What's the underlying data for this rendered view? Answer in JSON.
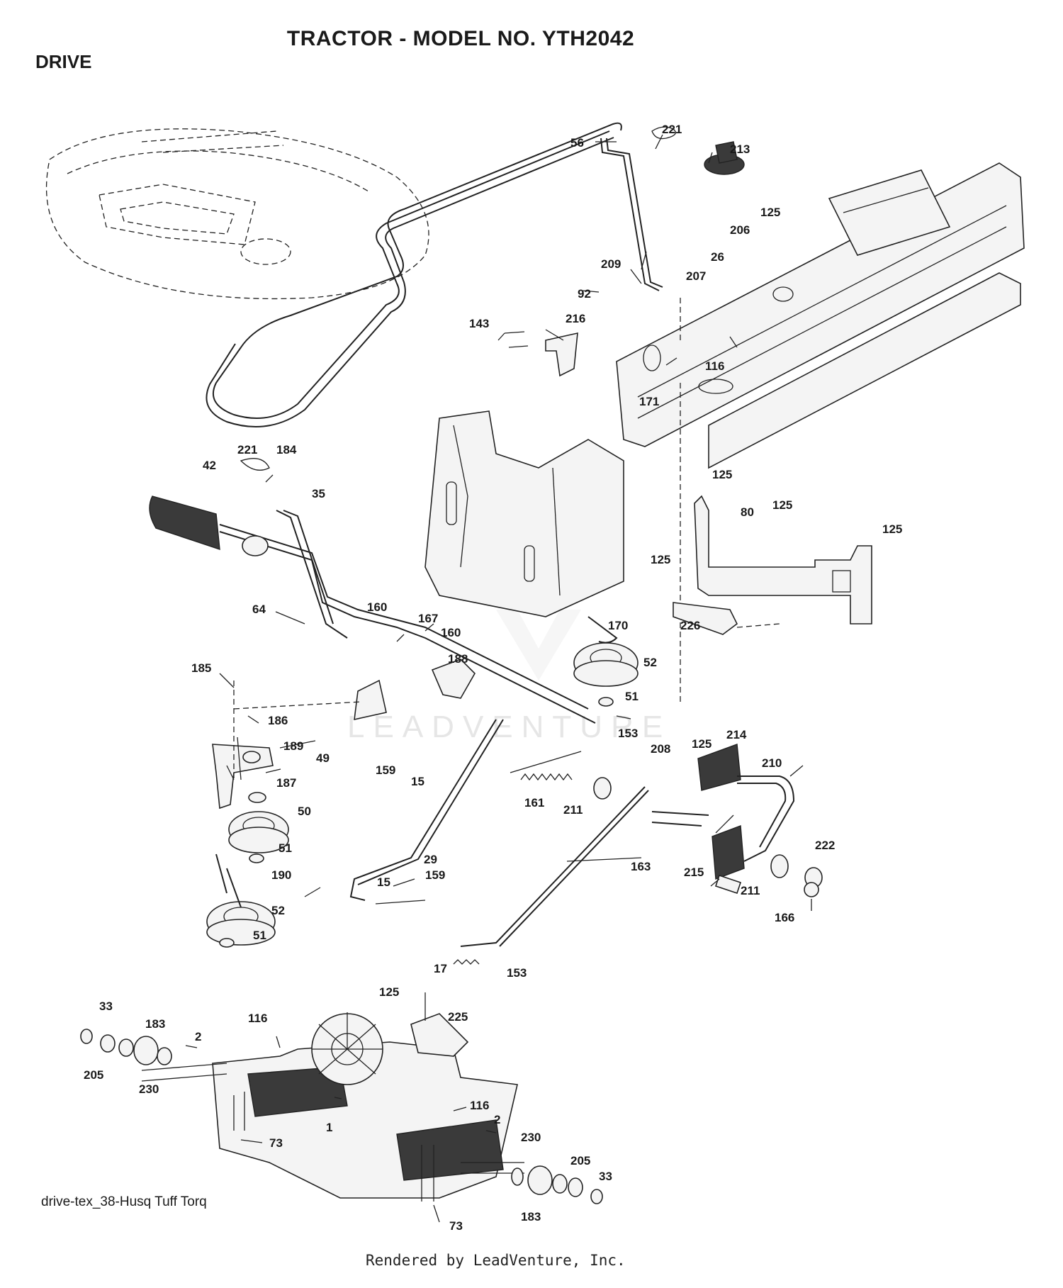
{
  "header": {
    "title": "TRACTOR - MODEL NO. YTH2042",
    "section": "DRIVE"
  },
  "footer": {
    "caption": "drive-tex_38-Husq Tuff Torq",
    "rendered_by": "Rendered by LeadVenture, Inc."
  },
  "watermark": "LEADVENTURE",
  "callouts": [
    {
      "id": "c56",
      "text": "56"
    },
    {
      "id": "c221a",
      "text": "221"
    },
    {
      "id": "c213",
      "text": "213"
    },
    {
      "id": "c125a",
      "text": "125"
    },
    {
      "id": "c206",
      "text": "206"
    },
    {
      "id": "c26",
      "text": "26"
    },
    {
      "id": "c209",
      "text": "209"
    },
    {
      "id": "c207",
      "text": "207"
    },
    {
      "id": "c92",
      "text": "92"
    },
    {
      "id": "c143",
      "text": "143"
    },
    {
      "id": "c216",
      "text": "216"
    },
    {
      "id": "c116a",
      "text": "116"
    },
    {
      "id": "c171",
      "text": "171"
    },
    {
      "id": "c221b",
      "text": "221"
    },
    {
      "id": "c184",
      "text": "184"
    },
    {
      "id": "c42",
      "text": "42"
    },
    {
      "id": "c35",
      "text": "35"
    },
    {
      "id": "c125b",
      "text": "125"
    },
    {
      "id": "c125c",
      "text": "125"
    },
    {
      "id": "c80",
      "text": "80"
    },
    {
      "id": "c125d",
      "text": "125"
    },
    {
      "id": "c125e",
      "text": "125"
    },
    {
      "id": "c64",
      "text": "64"
    },
    {
      "id": "c160a",
      "text": "160"
    },
    {
      "id": "c167",
      "text": "167"
    },
    {
      "id": "c160b",
      "text": "160"
    },
    {
      "id": "c188",
      "text": "188"
    },
    {
      "id": "c170",
      "text": "170"
    },
    {
      "id": "c226",
      "text": "226"
    },
    {
      "id": "c52a",
      "text": "52"
    },
    {
      "id": "c51a",
      "text": "51"
    },
    {
      "id": "c185",
      "text": "185"
    },
    {
      "id": "c186",
      "text": "186"
    },
    {
      "id": "c189",
      "text": "189"
    },
    {
      "id": "c49",
      "text": "49"
    },
    {
      "id": "c159a",
      "text": "159"
    },
    {
      "id": "c15a",
      "text": "15"
    },
    {
      "id": "c153a",
      "text": "153"
    },
    {
      "id": "c208",
      "text": "208"
    },
    {
      "id": "c125f",
      "text": "125"
    },
    {
      "id": "c214",
      "text": "214"
    },
    {
      "id": "c210",
      "text": "210"
    },
    {
      "id": "c187",
      "text": "187"
    },
    {
      "id": "c50",
      "text": "50"
    },
    {
      "id": "c161",
      "text": "161"
    },
    {
      "id": "c211a",
      "text": "211"
    },
    {
      "id": "c51b",
      "text": "51"
    },
    {
      "id": "c29",
      "text": "29"
    },
    {
      "id": "c163",
      "text": "163"
    },
    {
      "id": "c222",
      "text": "222"
    },
    {
      "id": "c190",
      "text": "190"
    },
    {
      "id": "c15b",
      "text": "15"
    },
    {
      "id": "c159b",
      "text": "159"
    },
    {
      "id": "c215",
      "text": "215"
    },
    {
      "id": "c211b",
      "text": "211"
    },
    {
      "id": "c52b",
      "text": "52"
    },
    {
      "id": "c166",
      "text": "166"
    },
    {
      "id": "c51c",
      "text": "51"
    },
    {
      "id": "c17",
      "text": "17"
    },
    {
      "id": "c153b",
      "text": "153"
    },
    {
      "id": "c125g",
      "text": "125"
    },
    {
      "id": "c33a",
      "text": "33"
    },
    {
      "id": "c116b",
      "text": "116"
    },
    {
      "id": "c225",
      "text": "225"
    },
    {
      "id": "c183a",
      "text": "183"
    },
    {
      "id": "c2a",
      "text": "2"
    },
    {
      "id": "c205a",
      "text": "205"
    },
    {
      "id": "c230a",
      "text": "230"
    },
    {
      "id": "c116c",
      "text": "116"
    },
    {
      "id": "c2b",
      "text": "2"
    },
    {
      "id": "c1",
      "text": "1"
    },
    {
      "id": "c73a",
      "text": "73"
    },
    {
      "id": "c230b",
      "text": "230"
    },
    {
      "id": "c205b",
      "text": "205"
    },
    {
      "id": "c33b",
      "text": "33"
    },
    {
      "id": "c183b",
      "text": "183"
    },
    {
      "id": "c73b",
      "text": "73"
    }
  ]
}
